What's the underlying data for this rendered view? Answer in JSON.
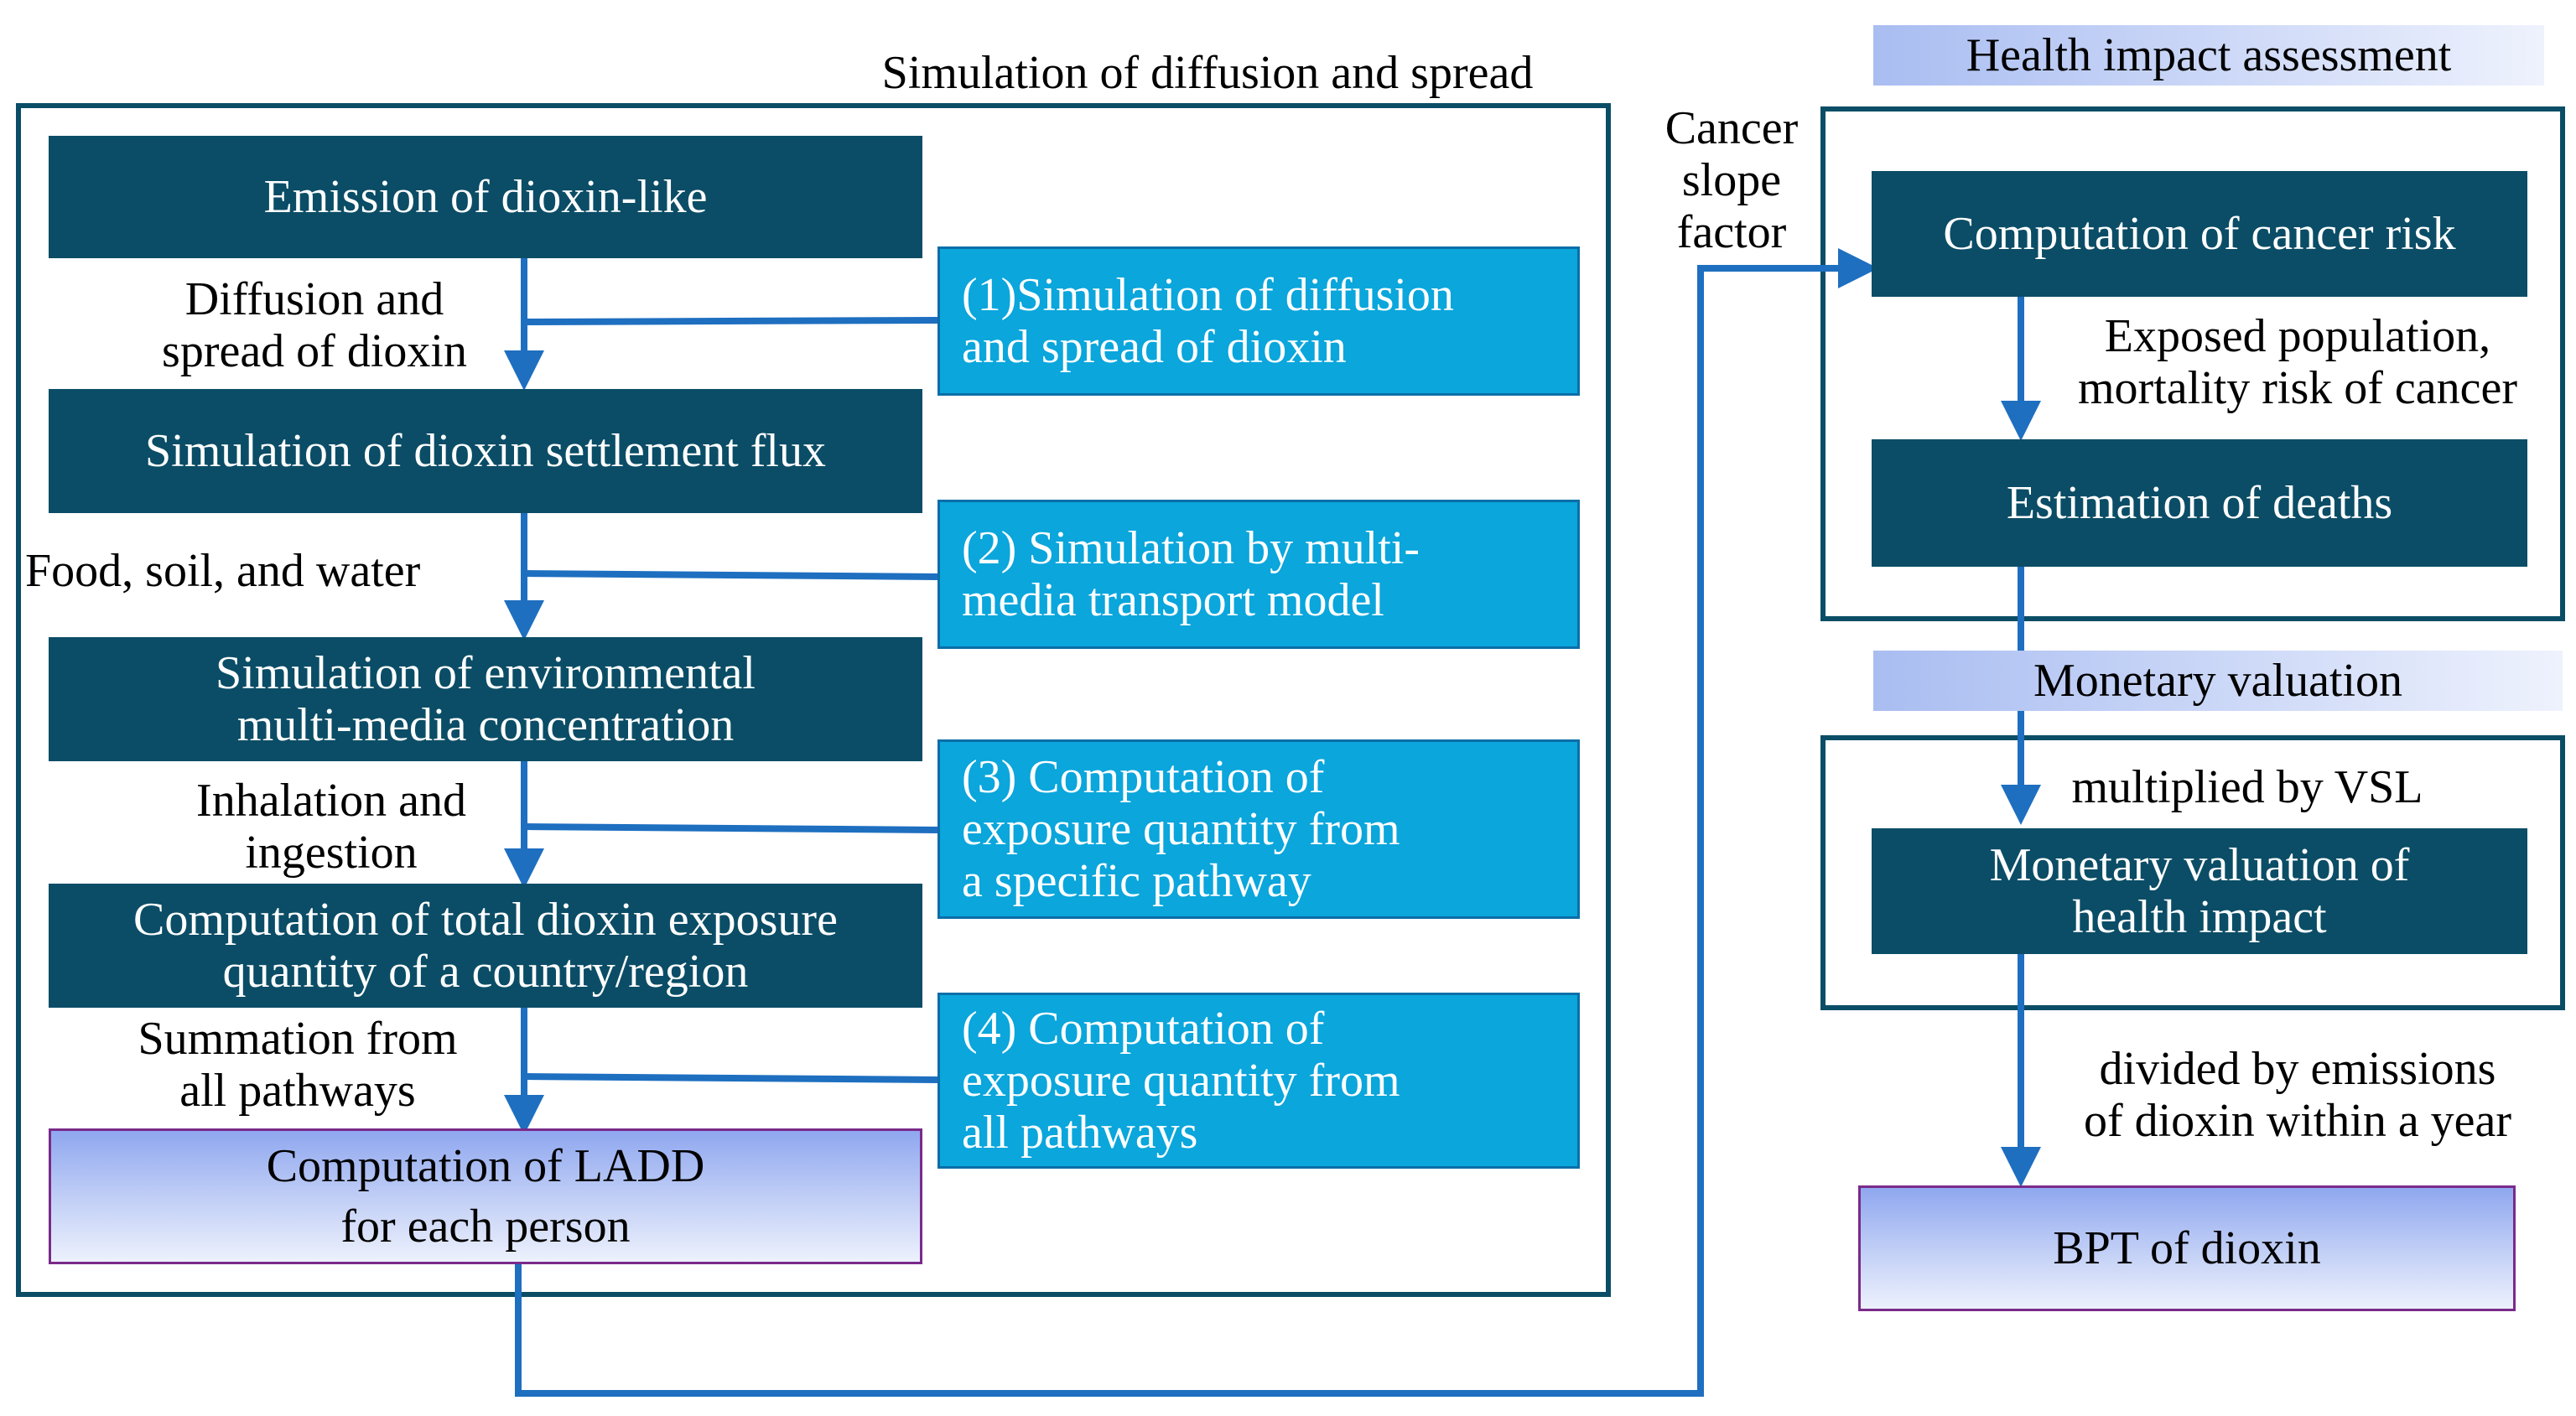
{
  "left_panel": {
    "title": "Simulation of diffusion and spread",
    "steps": [
      "Emission of dioxin-like",
      "Simulation of dioxin settlement flux",
      "Simulation of environmental\nmulti-media concentration",
      "Computation of total dioxin exposure\nquantity of a country/region",
      "Computation of LADD\nfor each person"
    ],
    "flow_labels": [
      "Diffusion and\nspread of dioxin",
      "Food, soil, and water",
      "Inhalation and\ningestion",
      "Summation from\nall pathways"
    ],
    "models": [
      "(1)Simulation of diffusion\n      and spread of dioxin",
      "(2) Simulation by multi-\n      media transport model",
      "(3) Computation of\n      exposure quantity from\n      a specific pathway",
      "(4) Computation of\n      exposure quantity from\n      all pathways"
    ]
  },
  "right_panel": {
    "health_title": "Health impact assessment",
    "cancer_slope_label": "Cancer\nslope\nfactor",
    "cancer_risk": "Computation of cancer risk",
    "exposed_label": "Exposed population,\nmortality risk of cancer",
    "deaths": "Estimation of deaths",
    "monetary_title": "Monetary valuation",
    "vsl_label": "multiplied by VSL",
    "monetary_node": "Monetary valuation of\nhealth impact",
    "divided_label": "divided by emissions\nof dioxin within a year",
    "bpt": "BPT of dioxin"
  },
  "colors": {
    "dark_node": "#0b4d66",
    "model_node": "#0aa6dc",
    "frame": "#0b4d66",
    "arrow": "#1e6fc0",
    "purple_border": "#7a2a8a"
  }
}
